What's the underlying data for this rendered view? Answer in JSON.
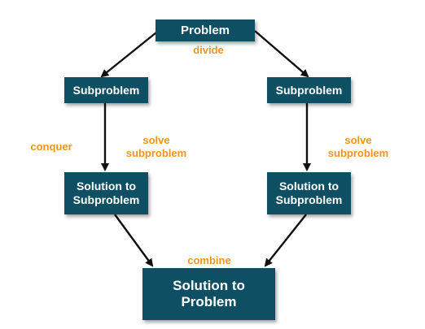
{
  "nodes": {
    "problem": "Problem",
    "subproblem_left": "Subproblem",
    "subproblem_right": "Subproblem",
    "solution_sub_left": "Solution to\nSubproblem",
    "solution_sub_right": "Solution to\nSubproblem",
    "solution_problem": "Solution to\nProblem"
  },
  "labels": {
    "divide": "divide",
    "conquer": "conquer",
    "solve_left": "solve\nsubproblem",
    "solve_right": "solve\nsubproblem",
    "combine": "combine"
  },
  "colors": {
    "box": "#0e4f63",
    "box_text": "#ffffff",
    "label": "#f0941f",
    "arrow": "#111111"
  }
}
